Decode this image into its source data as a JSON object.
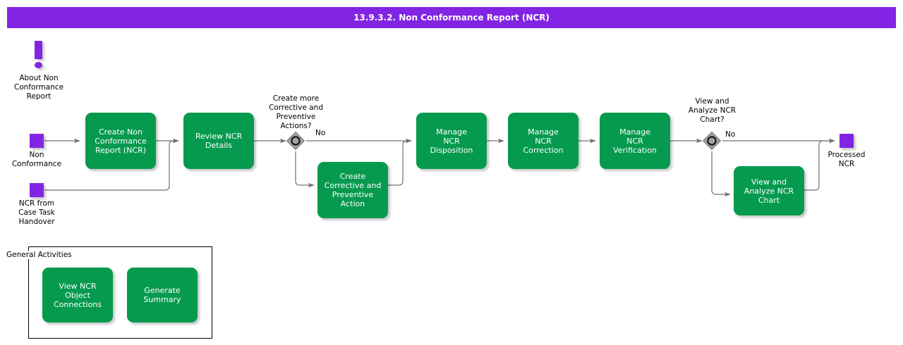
{
  "banner": {
    "title": "13.9.3.2. Non Conformance Report (NCR)",
    "color": "#8224e3",
    "text_color": "#ffffff"
  },
  "theme": {
    "task_fill": "#069a4e",
    "event_fill": "#8224e3",
    "gateway_fill": "#999999",
    "connector": "#707070",
    "text_light": "#ffffff",
    "text_dark": "#000000"
  },
  "notes": [
    {
      "id": "about-ncr",
      "icon": "exclamation-icon",
      "label": "About Non\nConformance\nReport"
    }
  ],
  "events": [
    {
      "id": "non-conformance",
      "type": "start",
      "label": "Non\nConformance"
    },
    {
      "id": "ncr-from-case-task-handover",
      "type": "start",
      "label": "NCR from\nCase Task\nHandover"
    },
    {
      "id": "processed-ncr",
      "type": "end",
      "label": "Processed\nNCR"
    }
  ],
  "tasks": [
    {
      "id": "create-ncr",
      "label": "Create Non\nConformance\nReport (NCR)"
    },
    {
      "id": "review-ncr-details",
      "label": "Review NCR\nDetails"
    },
    {
      "id": "create-capa",
      "label": "Create\nCorrective and\nPreventive\nAction"
    },
    {
      "id": "manage-ncr-disposition",
      "label": "Manage\nNCR\nDisposition"
    },
    {
      "id": "manage-ncr-correction",
      "label": "Manage\nNCR\nCorrection"
    },
    {
      "id": "manage-ncr-verification",
      "label": "Manage\nNCR\nVerification"
    },
    {
      "id": "view-analyze-ncr-chart",
      "label": "View and\nAnalyze NCR\nChart"
    }
  ],
  "gateways": [
    {
      "id": "gw-create-more-capa",
      "type": "inclusive",
      "label": "Create more\nCorrective and\nPreventive\nActions?",
      "flow_label": "No"
    },
    {
      "id": "gw-view-analyze-chart",
      "type": "inclusive",
      "label": "View and\nAnalyze NCR\nChart?",
      "flow_label": "No"
    }
  ],
  "groups": [
    {
      "id": "general-activities",
      "title": "General Activities",
      "tasks": [
        {
          "id": "view-ncr-object-connections",
          "label": "View NCR\nObject\nConnections"
        },
        {
          "id": "generate-summary",
          "label": "Generate\nSummary"
        }
      ]
    }
  ]
}
